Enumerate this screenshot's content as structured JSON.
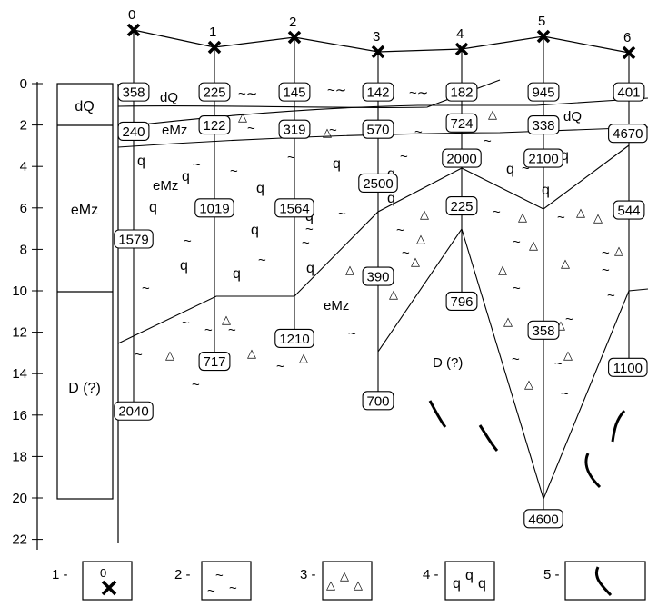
{
  "depth_axis": {
    "ticks": [
      "0",
      "2",
      "4",
      "6",
      "8",
      "10",
      "12",
      "14",
      "16",
      "18",
      "20",
      "22"
    ]
  },
  "stratigraphic_column": {
    "units": [
      {
        "label": "dQ",
        "top_m": 0,
        "bottom_m": 2
      },
      {
        "label": "eMz",
        "top_m": 2,
        "bottom_m": 10
      },
      {
        "label": "D (?)",
        "top_m": 10,
        "bottom_m": 20
      }
    ]
  },
  "stations": [
    {
      "label": "0",
      "values": [
        {
          "depth_m": 0.4,
          "value": "358"
        },
        {
          "depth_m": 2.3,
          "value": "240"
        },
        {
          "depth_m": 7.5,
          "value": "1579"
        },
        {
          "depth_m": 15.8,
          "value": "2040"
        }
      ]
    },
    {
      "label": "1",
      "values": [
        {
          "depth_m": 0.4,
          "value": "225"
        },
        {
          "depth_m": 2.0,
          "value": "122"
        },
        {
          "depth_m": 6.0,
          "value": "1019"
        },
        {
          "depth_m": 13.4,
          "value": "717"
        }
      ]
    },
    {
      "label": "2",
      "values": [
        {
          "depth_m": 0.4,
          "value": "145"
        },
        {
          "depth_m": 2.2,
          "value": "319"
        },
        {
          "depth_m": 6.0,
          "value": "1564"
        },
        {
          "depth_m": 12.3,
          "value": "1210"
        }
      ]
    },
    {
      "label": "3",
      "values": [
        {
          "depth_m": 0.4,
          "value": "142"
        },
        {
          "depth_m": 2.2,
          "value": "570"
        },
        {
          "depth_m": 4.8,
          "value": "2500"
        },
        {
          "depth_m": 9.3,
          "value": "390"
        },
        {
          "depth_m": 15.3,
          "value": "700"
        }
      ]
    },
    {
      "label": "4",
      "values": [
        {
          "depth_m": 0.4,
          "value": "182"
        },
        {
          "depth_m": 1.9,
          "value": "724"
        },
        {
          "depth_m": 3.6,
          "value": "2000"
        },
        {
          "depth_m": 5.9,
          "value": "225"
        },
        {
          "depth_m": 10.5,
          "value": "796"
        }
      ]
    },
    {
      "label": "5",
      "values": [
        {
          "depth_m": 0.4,
          "value": "945"
        },
        {
          "depth_m": 2.0,
          "value": "338"
        },
        {
          "depth_m": 3.6,
          "value": "2100"
        },
        {
          "depth_m": 11.9,
          "value": "358"
        },
        {
          "depth_m": 21.0,
          "value": "4600"
        }
      ]
    },
    {
      "label": "6",
      "values": [
        {
          "depth_m": 0.4,
          "value": "401"
        },
        {
          "depth_m": 2.4,
          "value": "4670"
        },
        {
          "depth_m": 6.1,
          "value": "544"
        },
        {
          "depth_m": 13.7,
          "value": "1100"
        }
      ]
    }
  ],
  "section_labels": [
    "dQ",
    "eMz",
    "eMz",
    "eMz",
    "D (?)"
  ],
  "legend": [
    {
      "number": "1 -",
      "symbol": "station-marker",
      "station_label": "0"
    },
    {
      "number": "2 -",
      "symbol": "wavy-signs"
    },
    {
      "number": "3 -",
      "symbol": "triangle-signs"
    },
    {
      "number": "4 -",
      "symbol": "q-signs",
      "sign": "q"
    },
    {
      "number": "5 -",
      "symbol": "s-curve"
    }
  ]
}
